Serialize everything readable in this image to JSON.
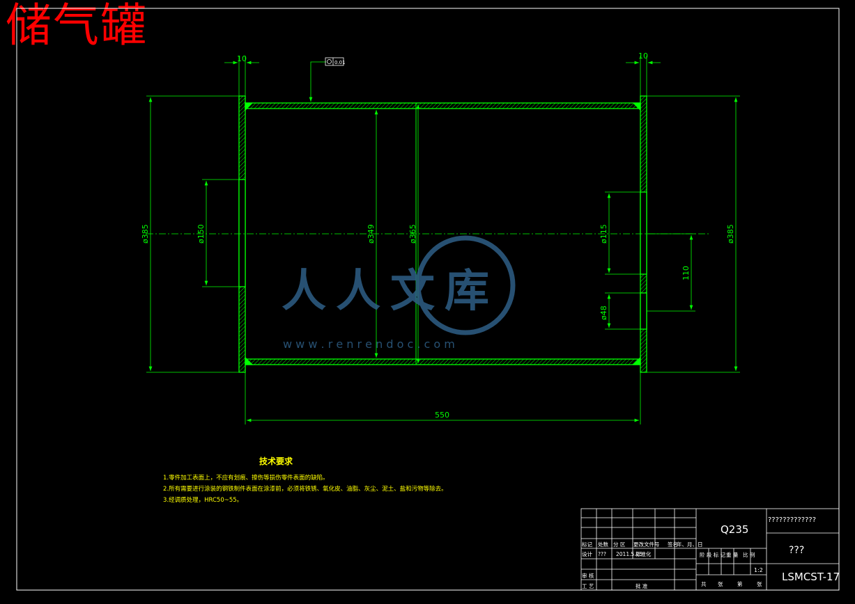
{
  "drawing_title": "储气罐",
  "colors": {
    "background": "#000000",
    "part_outline": "#00ff00",
    "dimension": "#00ff00",
    "frame": "#ffffff",
    "title_text": "#ff0000",
    "notes_text": "#ffff00",
    "watermark": "#2e5f86"
  },
  "dimensions": {
    "flange_thickness_left": "10",
    "flange_thickness_right": "10",
    "flatness_tolerance": "0.01",
    "left_outer_dia": "ø385",
    "left_bore_dia": "ø150",
    "inner_dia": "ø349",
    "outer_dia": "ø365",
    "right_bore_dia": "ø115",
    "right_small_bore_dia": "ø48",
    "right_outer_dia": "ø385",
    "hole_spacing": "110",
    "overall_length": "550"
  },
  "tech_requirements": {
    "heading": "技术要求",
    "items": [
      "1.零件加工表面上，不应有划痕、擦伤等损伤零件表面的缺陷。",
      "2.所有需要进行涂装的钢铁制件表面在涂漆前，必须将铁锈、氧化皮、油脂、灰尘、泥土、盐和污物等除去。",
      "3.经调质处理，HRC50~55。"
    ]
  },
  "title_block": {
    "material": "Q235",
    "unit_name": "?????????????",
    "part_name": "???",
    "drawing_number": "LSMCST-17",
    "scale": "1:2",
    "row_revision": [
      "标记",
      "处数",
      "分  区",
      "更改文件号",
      "签名",
      "年、月、日"
    ],
    "designer_label": "设计",
    "designer_name": "???",
    "design_date": "2011.5.25",
    "standardization_label": "标准化",
    "review_label": "审 核",
    "process_label": "工 艺",
    "approve_label": "批 准",
    "stage_headers": [
      "阶 段 标 记",
      "重 量",
      "比 例"
    ],
    "sheet_footer": [
      "共",
      "张",
      "第",
      "张"
    ]
  },
  "watermark": {
    "text": "人人文库",
    "url": "w w w . r e n r e n d o c . c o m"
  }
}
